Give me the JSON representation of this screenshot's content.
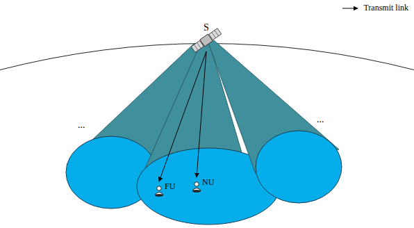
{
  "diagram": {
    "nodes": [
      {
        "text": [
          "S"
        ]
      },
      {
        "text": [
          "FU"
        ]
      },
      {
        "text": [
          "NU"
        ]
      }
    ],
    "edges": [
      {
        "from": 0,
        "to": 1,
        "arrow": "to"
      },
      {
        "from": 0,
        "to": 2,
        "arrow": "to"
      }
    ],
    "labels": [
      "...",
      "..."
    ],
    "legend": [
      {
        "text": "Transmit link"
      }
    ]
  }
}
